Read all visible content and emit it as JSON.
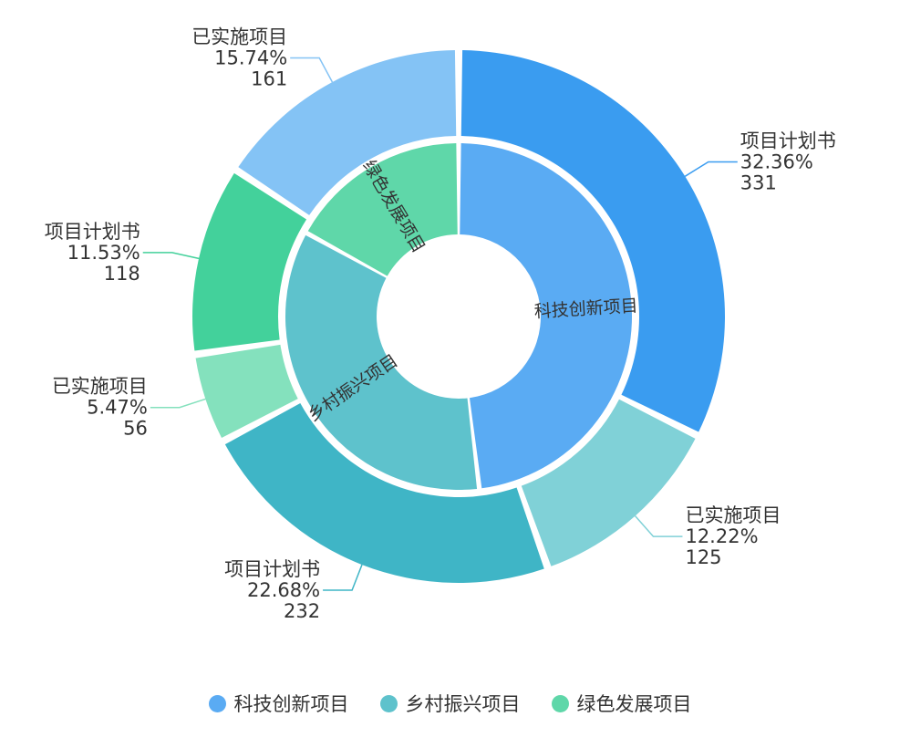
{
  "chart_data": {
    "type": "pie",
    "subtype": "nested-donut",
    "inner_ring": [
      {
        "name": "科技创新项目",
        "value": 492,
        "color": "#5aabf3"
      },
      {
        "name": "乡村振兴项目",
        "value": 357,
        "color": "#5ec2cc"
      },
      {
        "name": "绿色发展项目",
        "value": 174,
        "color": "#5fd7a9"
      }
    ],
    "outer_ring": [
      {
        "parent": "科技创新项目",
        "name": "项目计划书",
        "percent": "32.36%",
        "value": 331,
        "color": "#3a9cf0"
      },
      {
        "parent": "乡村振兴项目",
        "name": "已实施项目",
        "percent": "12.22%",
        "value": 125,
        "color": "#80d1d7"
      },
      {
        "parent": "乡村振兴项目",
        "name": "项目计划书",
        "percent": "22.68%",
        "value": 232,
        "color": "#3fb5c6"
      },
      {
        "parent": "绿色发展项目",
        "name": "已实施项目",
        "percent": "5.47%",
        "value": 56,
        "color": "#84e1bd"
      },
      {
        "parent": "绿色发展项目",
        "name": "项目计划书",
        "percent": "11.53%",
        "value": 118,
        "color": "#43d19b"
      },
      {
        "parent": "科技创新项目",
        "name": "已实施项目",
        "percent": "15.74%",
        "value": 161,
        "color": "#84c3f5"
      }
    ],
    "legend": [
      "科技创新项目",
      "乡村振兴项目",
      "绿色发展项目"
    ],
    "legend_placement": "bottom"
  }
}
